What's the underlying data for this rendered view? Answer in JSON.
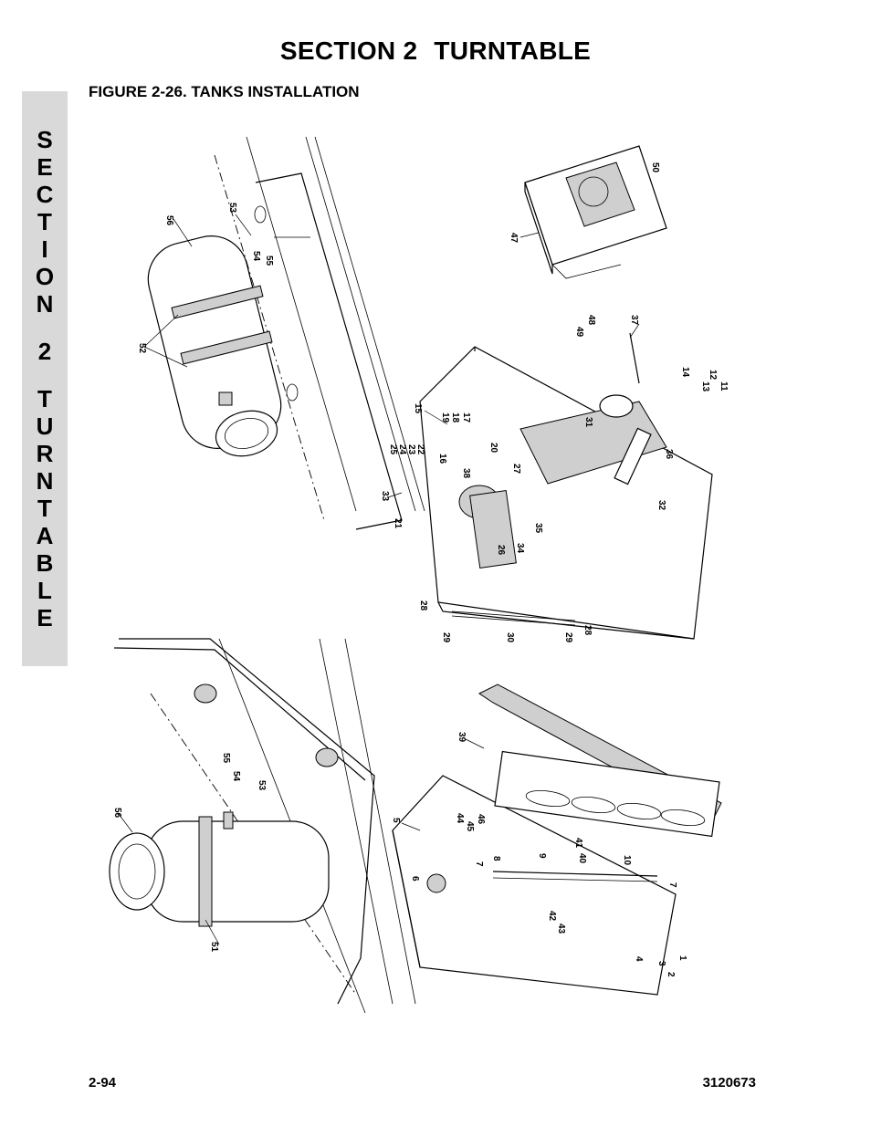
{
  "header": {
    "section_label": "SECTION 2",
    "section_name": "TURNTABLE",
    "figure_caption": "FIGURE 2-26.  TANKS INSTALLATION"
  },
  "side_tab": {
    "letters": [
      "S",
      "E",
      "C",
      "T",
      "I",
      "O",
      "N",
      " ",
      "2",
      " ",
      "T",
      "U",
      "R",
      "N",
      "T",
      "A",
      "B",
      "L",
      "E"
    ]
  },
  "footer": {
    "page_number": "2-94",
    "document_number": "3120673"
  },
  "callouts": {
    "c56a": "56",
    "c53a": "53",
    "c54a": "54",
    "c55a": "55",
    "c52": "52",
    "c47": "47",
    "c50": "50",
    "c49": "49",
    "c48": "48",
    "c37": "37",
    "c14": "14",
    "c13": "13",
    "c12": "12",
    "c11": "11",
    "c15": "15",
    "c19": "19",
    "c18": "18",
    "c17": "17",
    "c25": "25",
    "c24": "24",
    "c23": "23",
    "c22": "22",
    "c16": "16",
    "c20": "20",
    "c38": "38",
    "c27": "27",
    "c31": "31",
    "c36": "36",
    "c33": "33",
    "c21": "21",
    "c26": "26",
    "c34": "34",
    "c35": "35",
    "c32": "32",
    "c28a": "28",
    "c29a": "29",
    "c30": "30",
    "c29b": "29",
    "c28b": "28",
    "c39": "39",
    "c55b": "55",
    "c54b": "54",
    "c53b": "53",
    "c56b": "56",
    "c5": "5",
    "c44": "44",
    "c45": "45",
    "c46": "46",
    "c6": "6",
    "c7a": "7",
    "c8": "8",
    "c9": "9",
    "c41": "41",
    "c40": "40",
    "c10": "10",
    "c7b": "7",
    "c42": "42",
    "c43": "43",
    "c51": "51",
    "c4": "4",
    "c3": "3",
    "c2": "2",
    "c1": "1"
  }
}
